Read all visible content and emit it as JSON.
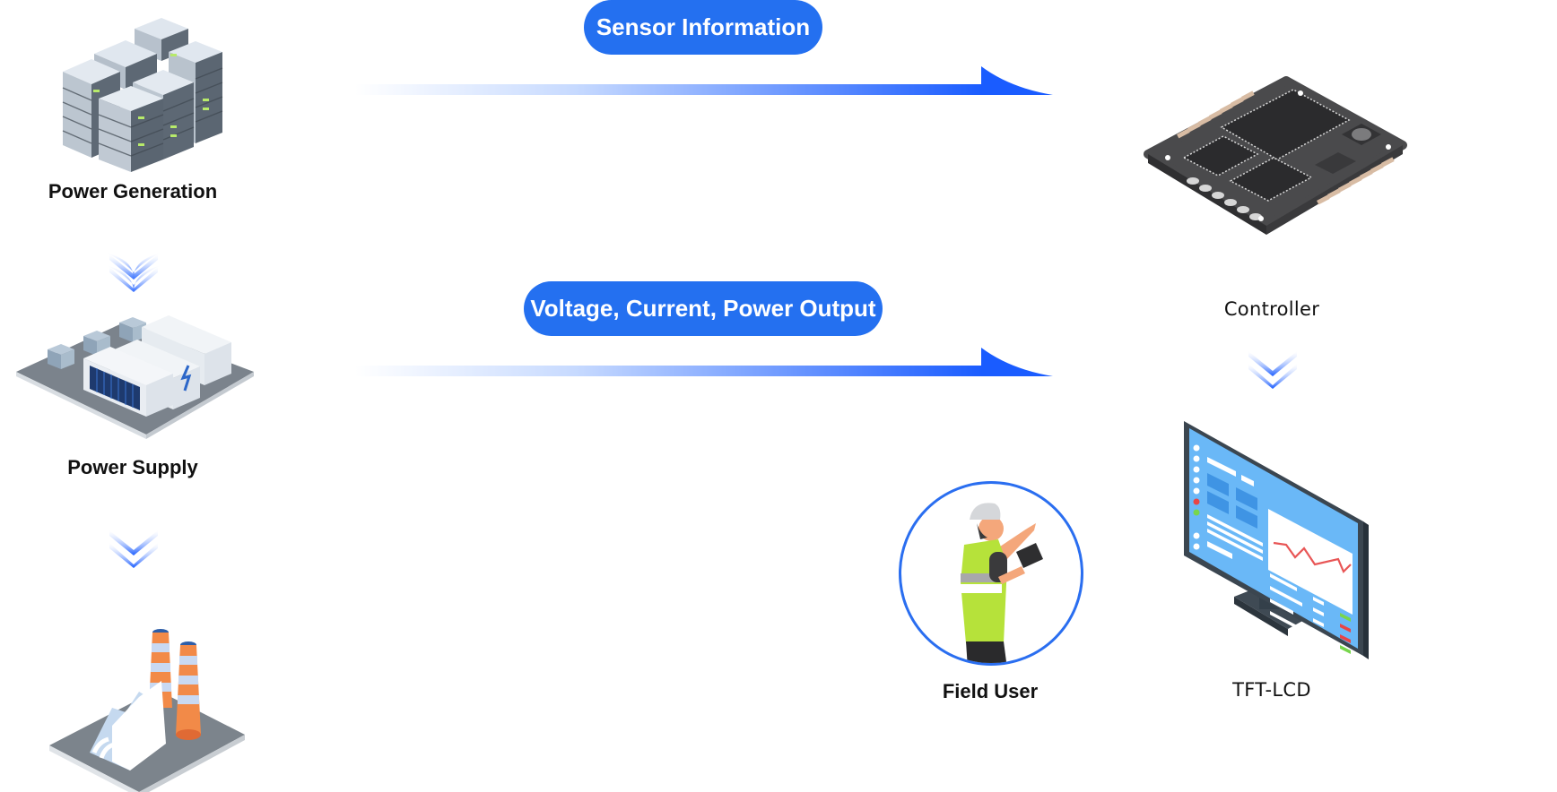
{
  "diagram": {
    "title_pills": {
      "top": "Sensor Information",
      "middle": "Voltage, Current, Power Output"
    },
    "nodes": {
      "power_generation": {
        "label": "Power Generation",
        "icon": "server-racks-icon"
      },
      "power_supply": {
        "label": "Power Supply",
        "icon": "power-station-icon"
      },
      "factory": {
        "label": "",
        "icon": "factory-icon"
      },
      "controller": {
        "label": "Controller",
        "icon": "circuit-board-icon"
      },
      "tft_lcd": {
        "label": "TFT-LCD",
        "icon": "monitor-icon"
      },
      "field_user": {
        "label": "Field User",
        "icon": "field-worker-icon"
      }
    },
    "flows": [
      {
        "from": "power_generation",
        "to": "controller",
        "label": "Sensor Information",
        "direction": "right"
      },
      {
        "from": "power_supply",
        "to": "controller",
        "label": "Voltage, Current, Power Output",
        "direction": "right"
      },
      {
        "from": "power_generation",
        "to": "power_supply",
        "direction": "down"
      },
      {
        "from": "power_supply",
        "to": "factory",
        "direction": "down"
      },
      {
        "from": "controller",
        "to": "tft_lcd",
        "direction": "down"
      }
    ],
    "colors": {
      "accent": "#2470f0",
      "arrow_head": "#1a5cff",
      "arrow_fade": "#ffffff",
      "circle_border": "#2a6ef0"
    }
  }
}
